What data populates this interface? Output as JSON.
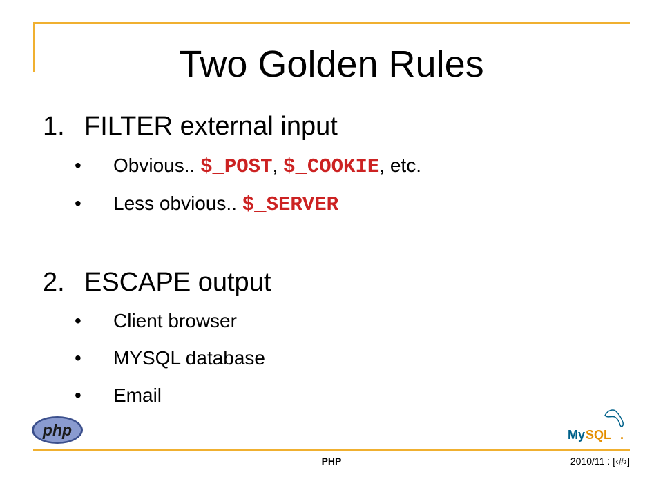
{
  "slide": {
    "title": "Two Golden Rules",
    "items": [
      {
        "number": "1.",
        "text": "FILTER external input",
        "subitems": [
          {
            "bullet": "•",
            "prefix": "Obvious.. ",
            "code1": "$_POST",
            "sep1": ", ",
            "code2": "$_COOKIE",
            "suffix": ", etc."
          },
          {
            "bullet": "•",
            "prefix": "Less obvious.. ",
            "code1": "$_SERVER"
          }
        ]
      },
      {
        "number": "2.",
        "text": "ESCAPE output",
        "subitems": [
          {
            "bullet": "•",
            "text": "Client browser"
          },
          {
            "bullet": "•",
            "text": "MYSQL database"
          },
          {
            "bullet": "•",
            "text": "Email"
          }
        ]
      }
    ]
  },
  "footer": {
    "center": "PHP",
    "right": "2010/11 : [‹#›]"
  },
  "logos": {
    "php": "php",
    "mysql_left": "My",
    "mysql_right": "SQL",
    "mysql_dot": "."
  },
  "colors": {
    "accent": "#f0b030",
    "code": "#cc2222",
    "php_logo": "#6c7eb7",
    "mysql_blue": "#00618a",
    "mysql_orange": "#e48e00"
  }
}
